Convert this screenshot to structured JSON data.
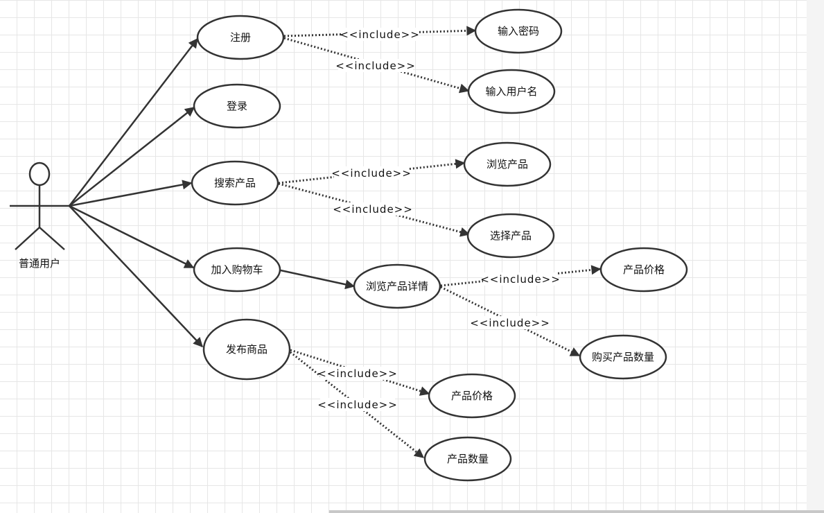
{
  "actor": {
    "name": "普通用户"
  },
  "use_cases": {
    "register": "注册",
    "login": "登录",
    "search_product": "搜索产品",
    "add_to_cart": "加入购物车",
    "publish_product": "发布商品",
    "enter_password": "输入密码",
    "enter_username": "输入用户名",
    "browse_product": "浏览产品",
    "select_product": "选择产品",
    "browse_product_details": "浏览产品详情",
    "product_price_1": "产品价格",
    "purchase_quantity": "购买产品数量",
    "product_price_2": "产品价格",
    "product_quantity": "产品数量"
  },
  "relations": {
    "include_label": "<<include>>"
  },
  "colors": {
    "stroke": "#333333",
    "ellipse_fill": "#ffffff",
    "text": "#111111",
    "grid": "#e6e6e6"
  }
}
